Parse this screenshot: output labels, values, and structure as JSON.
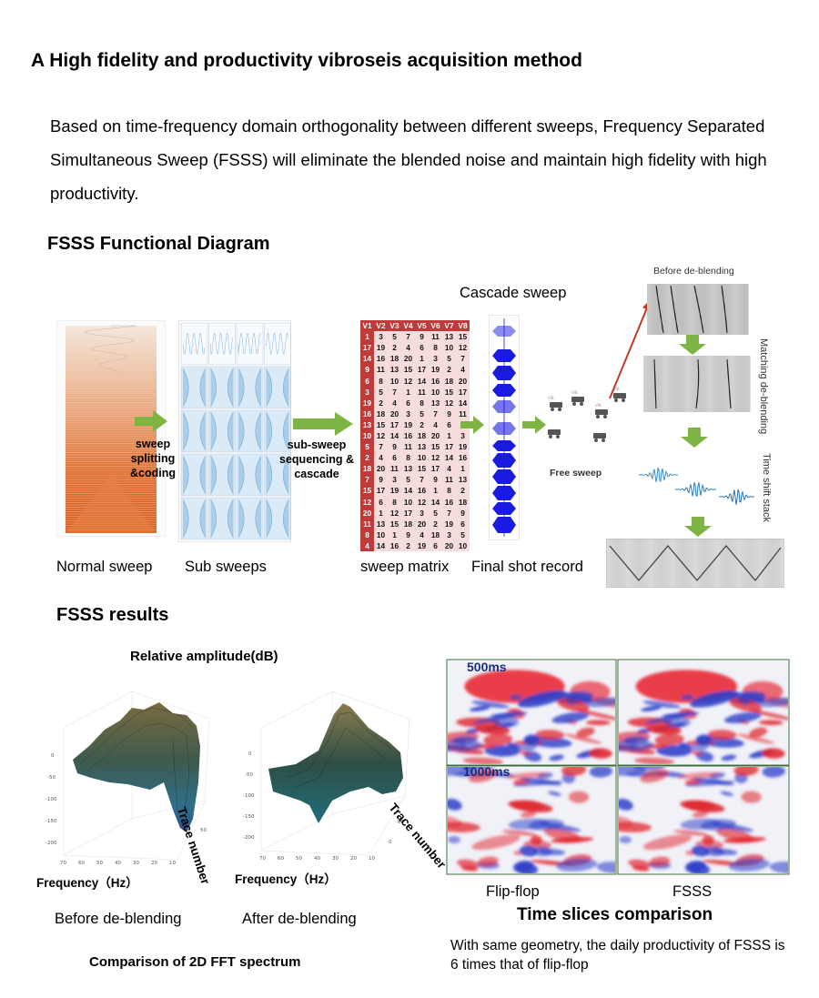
{
  "header": {
    "title": "A High fidelity and productivity vibroseis acquisition method",
    "intro": "Based on time-frequency domain orthogonality between different sweeps, Frequency Separated Simultaneous Sweep (FSSS) will eliminate the blended noise and maintain high fidelity with high productivity."
  },
  "diagram": {
    "heading": "FSSS Functional Diagram",
    "arrow1_label": "sweep splitting &coding",
    "arrow2_label": "sub-sweep sequencing & cascade",
    "cascade_label": "Cascade sweep",
    "before_label": "Before de-blending",
    "matching_label": "Matching de-blending",
    "free_sweep_label": "Free sweep",
    "time_shift_label": "Time shift stack",
    "captions": {
      "normal": "Normal sweep",
      "sub": "Sub sweeps",
      "matrix": "sweep matrix",
      "final": "Final shot record"
    },
    "matrix": {
      "headers": [
        "V1",
        "V2",
        "V3",
        "V4",
        "V5",
        "V6",
        "V7",
        "V8"
      ],
      "rows": [
        [
          1,
          3,
          5,
          7,
          9,
          11,
          13,
          15
        ],
        [
          17,
          19,
          2,
          4,
          6,
          8,
          10,
          12
        ],
        [
          14,
          16,
          18,
          20,
          1,
          3,
          5,
          7
        ],
        [
          9,
          11,
          13,
          15,
          17,
          19,
          2,
          4
        ],
        [
          6,
          8,
          10,
          12,
          14,
          16,
          18,
          20
        ],
        [
          3,
          5,
          7,
          1,
          11,
          10,
          15,
          17
        ],
        [
          19,
          2,
          4,
          6,
          8,
          13,
          12,
          14
        ],
        [
          16,
          18,
          20,
          3,
          5,
          7,
          9,
          11
        ],
        [
          13,
          15,
          17,
          19,
          2,
          4,
          6,
          8
        ],
        [
          10,
          12,
          14,
          16,
          18,
          20,
          1,
          3
        ],
        [
          5,
          7,
          9,
          11,
          13,
          15,
          17,
          19
        ],
        [
          2,
          4,
          6,
          8,
          10,
          12,
          14,
          16
        ],
        [
          18,
          20,
          11,
          13,
          15,
          17,
          4,
          1
        ],
        [
          7,
          9,
          3,
          5,
          7,
          9,
          11,
          13
        ],
        [
          15,
          17,
          19,
          14,
          16,
          1,
          8,
          2
        ],
        [
          12,
          6,
          8,
          10,
          12,
          14,
          16,
          18
        ],
        [
          20,
          1,
          12,
          17,
          3,
          5,
          7,
          9
        ],
        [
          11,
          13,
          15,
          18,
          20,
          2,
          19,
          6
        ],
        [
          8,
          10,
          1,
          9,
          4,
          18,
          3,
          5
        ],
        [
          4,
          14,
          16,
          2,
          19,
          6,
          20,
          10
        ]
      ]
    }
  },
  "results": {
    "heading": "FSSS results",
    "amp_title": "Relative amplitude(dB)",
    "freq_label": "Frequency（Hz）",
    "trace_label": "Trace number",
    "before_caption": "Before de-blending",
    "after_caption": "After  de-blending",
    "fft_caption": "Comparison  of 2D FFT spectrum",
    "ts500": "500ms",
    "ts1000": "1000ms",
    "flipflop": "Flip-flop",
    "fsss": "FSSS",
    "ts_title": "Time slices comparison",
    "productivity": "With same geometry, the daily productivity of FSSS is 6 times that of flip-flop"
  }
}
